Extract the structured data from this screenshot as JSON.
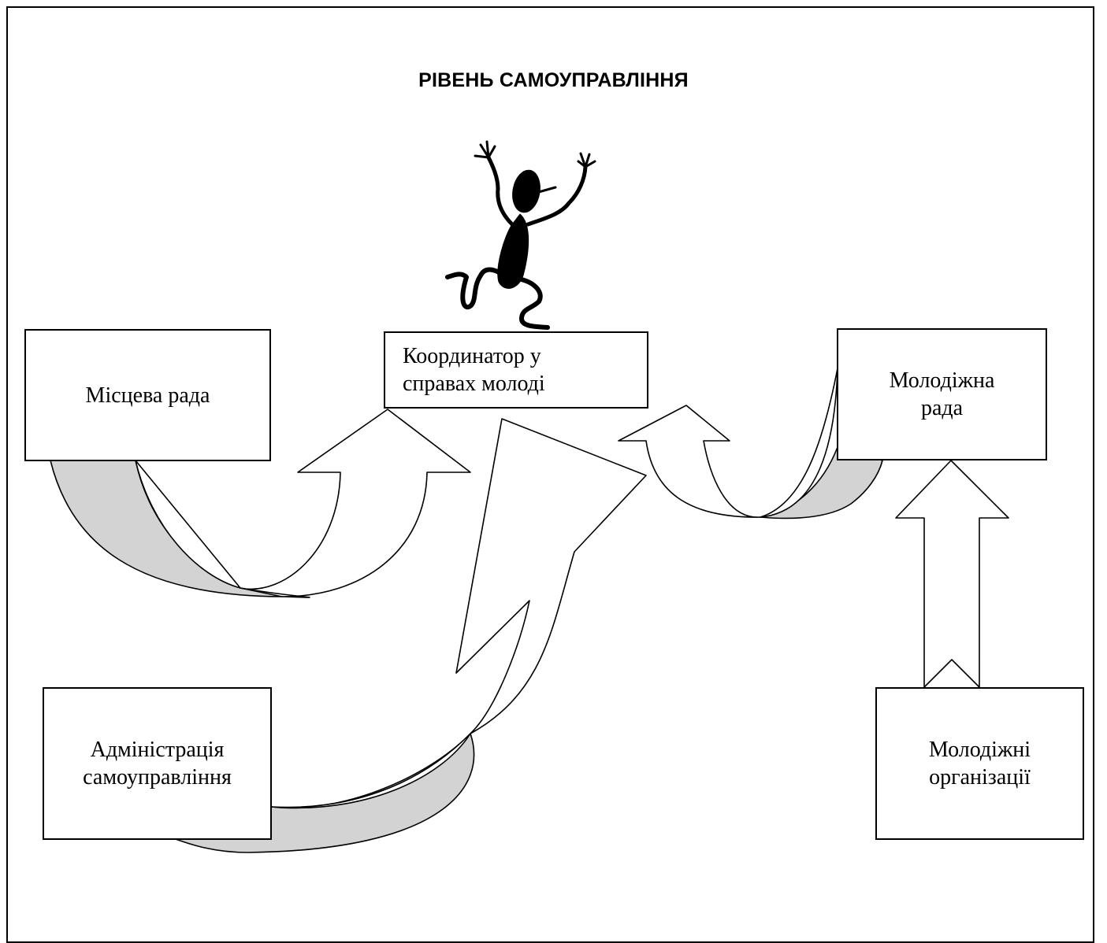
{
  "title": "РІВЕНЬ САМОУПРАВЛІННЯ",
  "nodes": {
    "local_council": "Місцева рада",
    "coordinator": "Координатор у\nсправах молоді",
    "youth_council": "Молодіжна\nрада",
    "administration": "Адміністрація\nсамоуправління",
    "youth_organizations": "Молодіжні\nорганізації"
  },
  "colors": {
    "line": "#000000",
    "arrow_fill": "#ffffff",
    "shadow_fill": "#d3d3d3",
    "figure": "#000000"
  },
  "icons": {
    "figure": "jumping-person-icon"
  }
}
